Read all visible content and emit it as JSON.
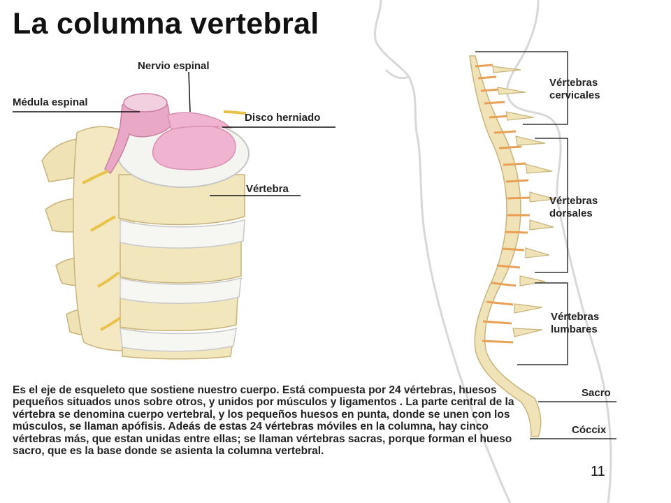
{
  "slide": {
    "title": "La columna vertebral",
    "page_number": "11"
  },
  "detail_labels": {
    "nervio_espinal": "Nervio espinal",
    "medula_espinal": "Médula espinal",
    "disco_herniado": "Disco herniado",
    "vertebra": "Vértebra"
  },
  "spine_labels": {
    "cervicales": "Vértebras\ncervicales",
    "dorsales": "Vértebras\ndorsales",
    "lumbares": "Vértebras\nlumbares",
    "sacro": "Sacro",
    "coccix": "Cóccix"
  },
  "description": "Es el eje de esqueleto que sostiene nuestro cuerpo. Está compuesta por 24 vértebras, huesos pequeños situados unos sobre otros, y unidos por músculos y ligamentos .  La parte central de la vértebra se denomina cuerpo vertebral, y los pequeños huesos en punta, donde se unen con los músculos, se llaman apófisis. Adeás de estas 24 vértebras móviles en la columna, hay cinco vértebras más, que estan unidas entre ellas; se llaman vértebras sacras, porque forman el hueso sacro, que es la base donde se asienta la columna vertebral.",
  "colors": {
    "bone": "#f2e6bd",
    "bone_shadow": "#d9c48a",
    "disc": "#f4f4f0",
    "disc_edge": "#c9c9c9",
    "cord": "#e9a9c6",
    "herniation": "#f0b4d0",
    "nerve": "#e8c24a",
    "body_outline": "#d8d8d8",
    "orange": "#e8a055"
  }
}
